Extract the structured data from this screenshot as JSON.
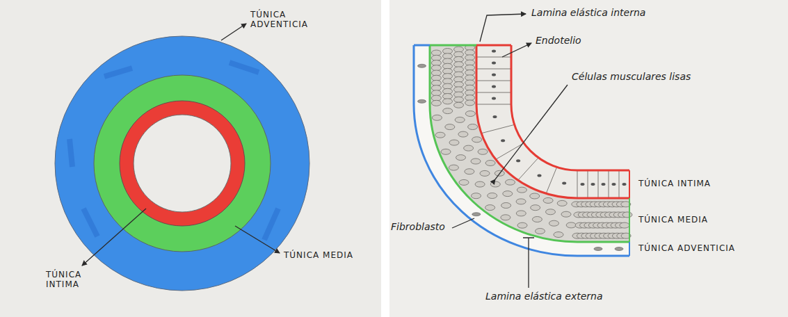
{
  "diagram": {
    "labels": [
      "TÚNICA ADVENTICIA",
      "TÚNICA MEDIA",
      "TÚNICA INTIMA",
      "Lamina elástica interna",
      "Endotelio",
      "Células musculares lisas",
      "TÚNICA INTIMA",
      "TÚNICA MEDIA",
      "TÚNICA ADVENTICIA",
      "Fibroblasto",
      "Lamina elástica externa"
    ]
  }
}
